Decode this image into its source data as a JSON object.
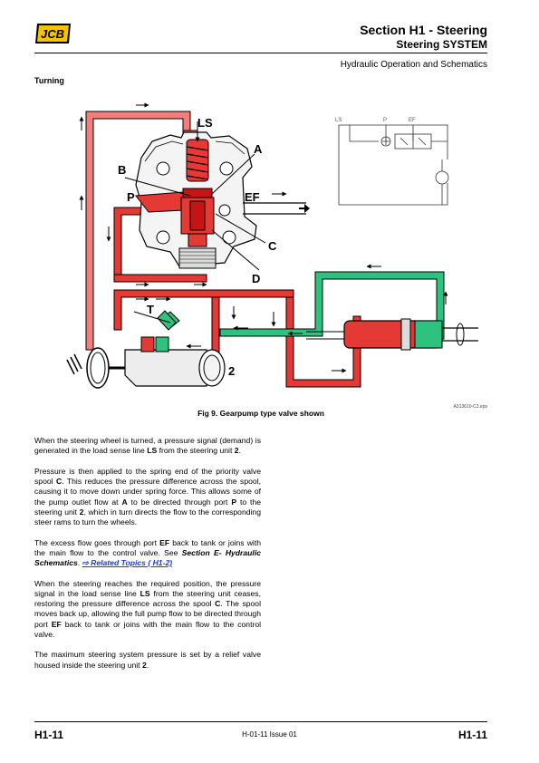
{
  "header": {
    "logo_text": "JCB",
    "section_title": "Section H1 - Steering",
    "subtitle": "Steering SYSTEM",
    "subsection": "Hydraulic Operation and Schematics"
  },
  "section_heading": "Turning",
  "figure": {
    "labels": {
      "ls": "LS",
      "a": "A",
      "b": "B",
      "p": "P",
      "ef": "EF",
      "c": "C",
      "d": "D",
      "t": "T",
      "two": "2"
    },
    "schematic_labels": {
      "ls": "LS",
      "p": "P",
      "ef": "EF"
    },
    "ref": "A313610-C3.eps",
    "caption": "Fig 9. Gearpump type valve shown",
    "colors": {
      "pressure": "#e53935",
      "pilot": "#f47d7d",
      "return": "#2ec27e",
      "dark_red": "#c41414"
    }
  },
  "body": {
    "p1": {
      "t1": "When the steering wheel is turned, a pressure signal (demand) is generated in the load sense line ",
      "b1": "LS",
      "t2": " from the steering unit ",
      "b2": "2",
      "t3": "."
    },
    "p2": {
      "t1": "Pressure is then applied to the spring end of the priority valve spool ",
      "b1": "C",
      "t2": ". This reduces the pressure difference across the spool, causing it to move down under spring force. This allows some of the pump outlet flow at ",
      "b2": "A",
      "t3": " to be directed through port ",
      "b3": "P",
      "t4": " to the steering unit ",
      "b4": "2",
      "t5": ", which in turn directs the flow to the corresponding steer rams to turn the wheels."
    },
    "p3": {
      "t1": "The excess flow goes through port ",
      "b1": "EF",
      "t2": " back to tank or joins with the main flow to the control valve. See ",
      "bi1": "Section E- Hydraulic Schematics",
      "t3": ". ",
      "link": "⇨ Related Topics ( H1-2)"
    },
    "p4": {
      "t1": "When the steering reaches the required position, the pressure signal in the load sense line ",
      "b1": "LS",
      "t2": " from the steering unit ceases, restoring the pressure difference across the spool ",
      "b2": "C",
      "t3": ". The spool moves back up, allowing the full pump flow to be directed through port ",
      "b3": "EF",
      "t4": " back to tank or joins with the main flow to the control valve."
    },
    "p5": {
      "t1": "The maximum steering system pressure is set by a relief valve housed inside the steering unit ",
      "b1": "2",
      "t2": "."
    }
  },
  "footer": {
    "page_left": "H1-11",
    "issue": "H-01-11 Issue 01",
    "page_right": "H1-11"
  }
}
